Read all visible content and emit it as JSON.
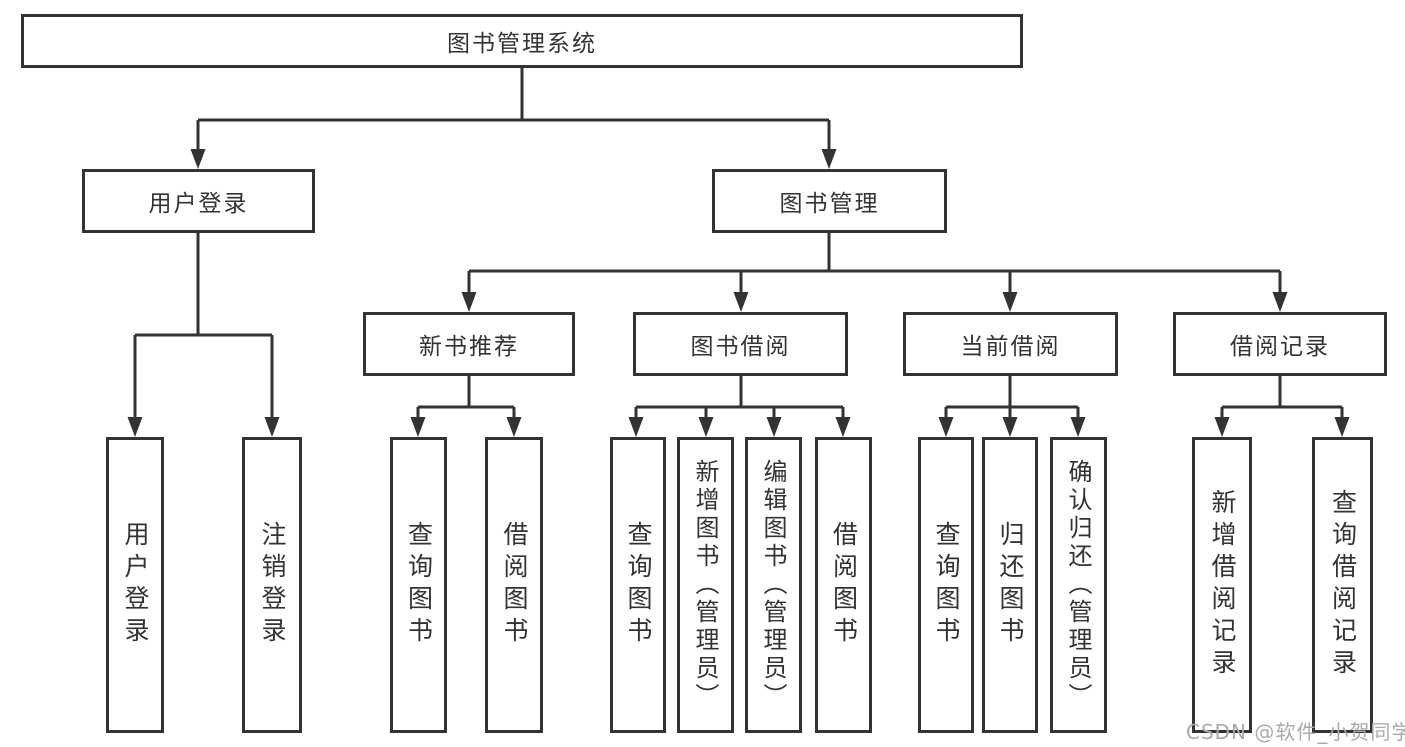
{
  "tree": {
    "root": {
      "label": "图书管理系统",
      "children": [
        {
          "label": "用户登录",
          "children": [
            {
              "label": "用户登录"
            },
            {
              "label": "注销登录"
            }
          ]
        },
        {
          "label": "图书管理",
          "children": [
            {
              "label": "新书推荐",
              "children": [
                {
                  "label": "查询图书"
                },
                {
                  "label": "借阅图书"
                }
              ]
            },
            {
              "label": "图书借阅",
              "children": [
                {
                  "label": "查询图书"
                },
                {
                  "label": "新增图书（管理员）"
                },
                {
                  "label": "编辑图书（管理员）"
                },
                {
                  "label": "借阅图书"
                }
              ]
            },
            {
              "label": "当前借阅",
              "children": [
                {
                  "label": "查询图书"
                },
                {
                  "label": "归还图书"
                },
                {
                  "label": "确认归还（管理员）"
                }
              ]
            },
            {
              "label": "借阅记录",
              "children": [
                {
                  "label": "新增借阅记录"
                },
                {
                  "label": "查询借阅记录"
                }
              ]
            }
          ]
        }
      ]
    }
  },
  "watermark": "CSDN @软件_小贺同学",
  "colors": {
    "line": "#333333",
    "text": "#333333",
    "box_background": "#ffffff",
    "watermark": "#ababab",
    "background": "#ffffff"
  }
}
